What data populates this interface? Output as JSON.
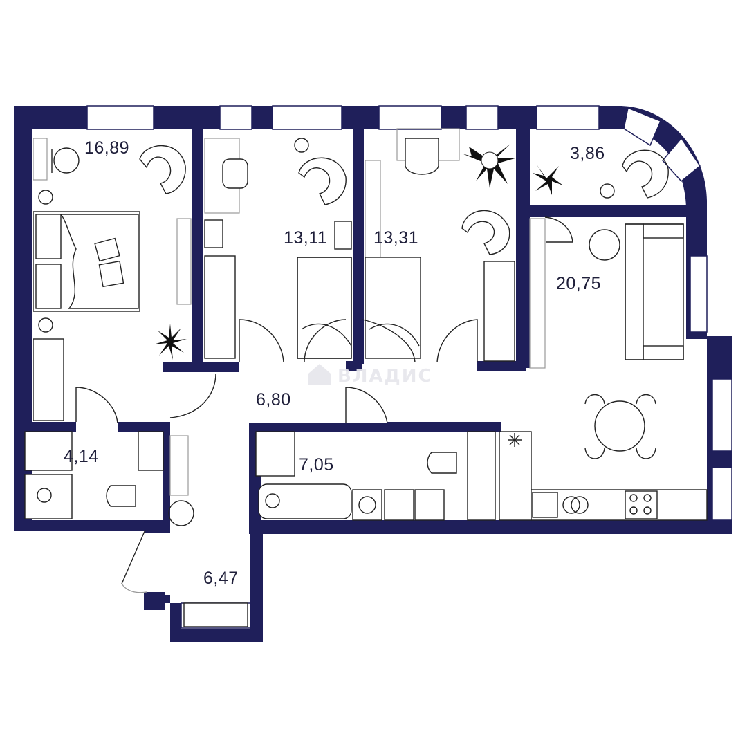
{
  "rooms": [
    {
      "name": "bedroom-1",
      "area": "16,89"
    },
    {
      "name": "bedroom-2",
      "area": "13,11"
    },
    {
      "name": "bedroom-3",
      "area": "13,31"
    },
    {
      "name": "balcony",
      "area": "3,86"
    },
    {
      "name": "living-kitchen",
      "area": "20,75"
    },
    {
      "name": "hallway",
      "area": "6,80"
    },
    {
      "name": "toilet",
      "area": "4,14"
    },
    {
      "name": "bathroom",
      "area": "7,05"
    },
    {
      "name": "entrance-hall",
      "area": "6,47"
    }
  ],
  "watermark": {
    "text": "ВЛАДИС"
  },
  "colors": {
    "wall": "#1f1f5a",
    "line": "#222222",
    "label": "#1f1f3a"
  }
}
